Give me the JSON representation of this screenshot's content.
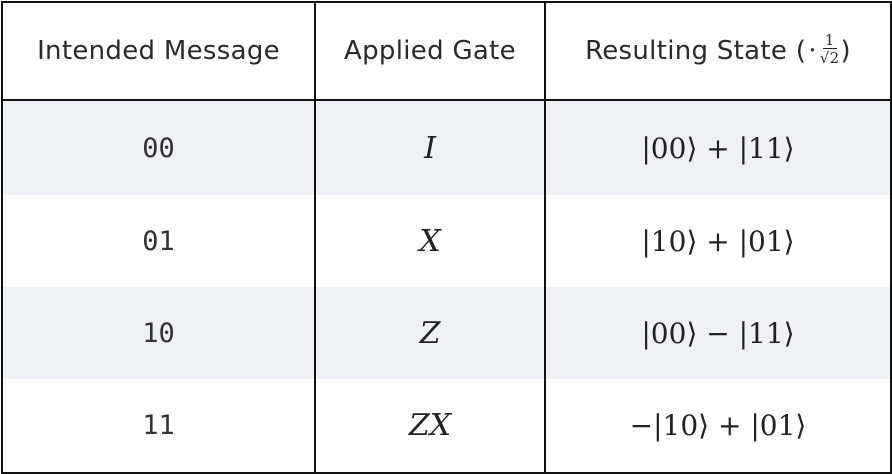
{
  "table": {
    "headers": {
      "message": "Intended Message",
      "gate": "Applied Gate",
      "state_prefix": "Resulting State (",
      "state_dot": "·",
      "state_frac_num": "1",
      "state_frac_den": "√2",
      "state_suffix": ")"
    },
    "rows": [
      {
        "message": "00",
        "gate": "I",
        "state": "|00⟩ + |11⟩"
      },
      {
        "message": "01",
        "gate": "X",
        "state": "|10⟩ + |01⟩"
      },
      {
        "message": "10",
        "gate": "Z",
        "state": "|00⟩ − |11⟩"
      },
      {
        "message": "11",
        "gate": "ZX",
        "state": "−|10⟩ + |01⟩"
      }
    ],
    "colors": {
      "border": "#111111",
      "shaded_row": "#eef1f5",
      "plain_row": "#ffffff",
      "text": "#222222"
    }
  }
}
